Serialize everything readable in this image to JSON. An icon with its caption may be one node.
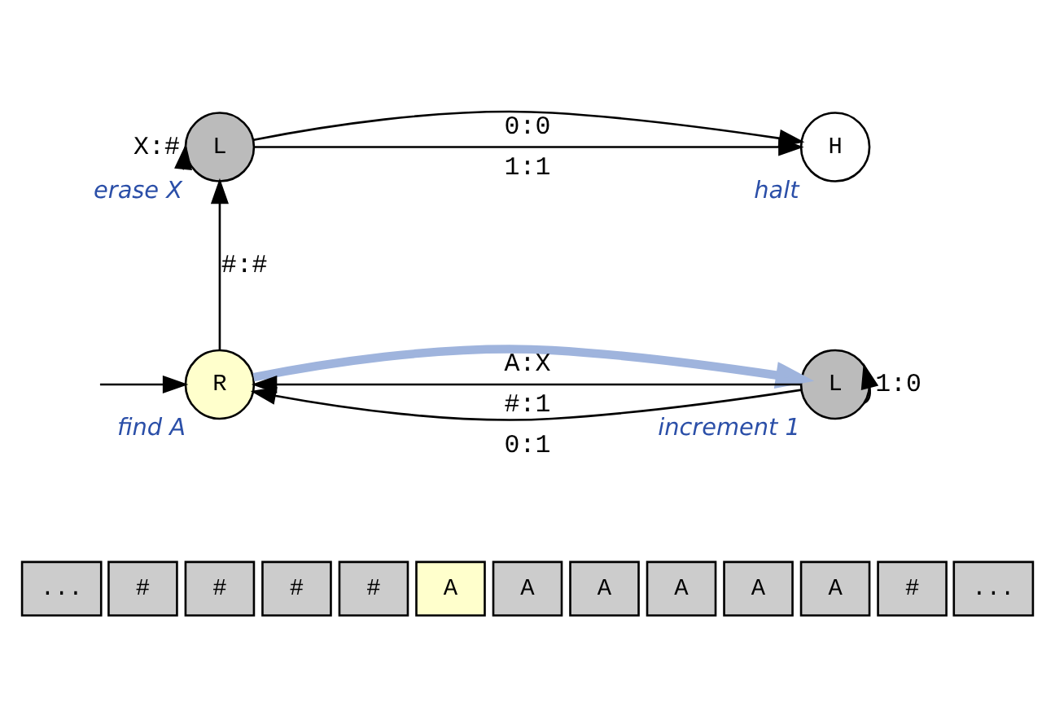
{
  "diagram": {
    "nodes": [
      {
        "text": [
          "L"
        ],
        "beside": [
          "erase X"
        ]
      },
      {
        "text": [
          "H"
        ],
        "beside": [
          "halt"
        ]
      },
      {
        "text": [
          "R"
        ],
        "beside": [
          "find A"
        ]
      },
      {
        "text": [
          "L"
        ],
        "beside": [
          "increment 1"
        ]
      },
      {
        "text": [
          "..."
        ]
      },
      {
        "text": [
          "#"
        ]
      },
      {
        "text": [
          "#"
        ]
      },
      {
        "text": [
          "#"
        ]
      },
      {
        "text": [
          "#"
        ]
      },
      {
        "text": [
          "A"
        ]
      },
      {
        "text": [
          "A"
        ]
      },
      {
        "text": [
          "A"
        ]
      },
      {
        "text": [
          "A"
        ]
      },
      {
        "text": [
          "A"
        ]
      },
      {
        "text": [
          "A"
        ]
      },
      {
        "text": [
          "#"
        ]
      },
      {
        "text": [
          "..."
        ]
      }
    ],
    "edges": [
      {
        "from": 0,
        "to": 0,
        "arrow": "to",
        "label": "X:#"
      },
      {
        "from": 0,
        "to": 1,
        "arrow": "to",
        "label": "1:1"
      },
      {
        "from": 0,
        "to": 1,
        "arrow": "to",
        "label": "0:0"
      },
      {
        "from": 2,
        "to": 0,
        "arrow": "to",
        "label": "#:#"
      },
      {
        "from": null,
        "to": 2,
        "arrow": "to"
      },
      {
        "from": 3,
        "to": 2,
        "arrow": "to",
        "label": "#:1"
      },
      {
        "from": 2,
        "to": 3,
        "arrow": "to",
        "label": "A:X",
        "style": "thick",
        "color": "#9fb4dd"
      },
      {
        "from": 3,
        "to": 2,
        "arrow": "to",
        "label": "0:1"
      },
      {
        "from": 3,
        "to": 3,
        "arrow": "to",
        "label": "1:0"
      }
    ]
  }
}
